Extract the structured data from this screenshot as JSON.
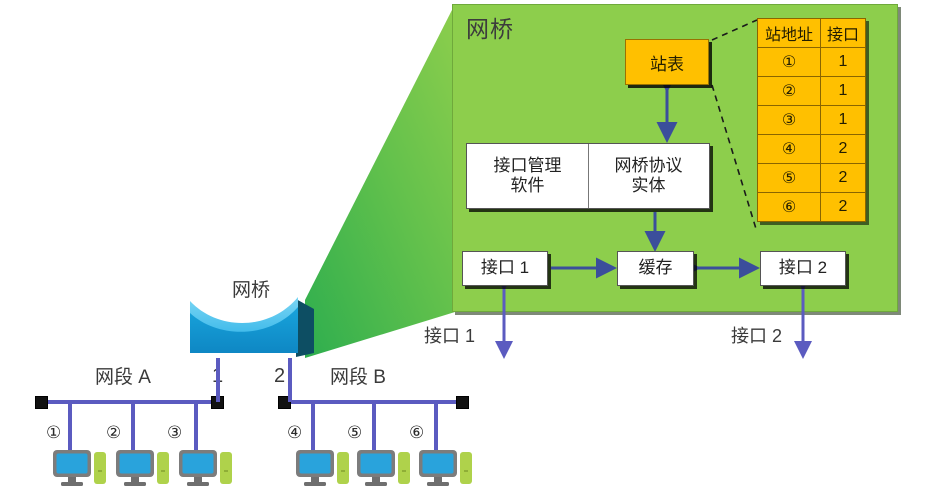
{
  "panel": {
    "title": "网桥",
    "station_table_label": "站表",
    "interface_mgmt_software": "接口管理\n软件",
    "interface_mgmt_software_line1": "接口管理",
    "interface_mgmt_software_line2": "软件",
    "bridge_protocol_entity_line1": "网桥协议",
    "bridge_protocol_entity_line2": "实体",
    "interface1": "接口 1",
    "cache": "缓存",
    "interface2": "接口 2"
  },
  "address_table": {
    "headers": [
      "站地址",
      "接口"
    ],
    "rows": [
      {
        "station": "①",
        "port": "1"
      },
      {
        "station": "②",
        "port": "1"
      },
      {
        "station": "③",
        "port": "1"
      },
      {
        "station": "④",
        "port": "2"
      },
      {
        "station": "⑤",
        "port": "2"
      },
      {
        "station": "⑥",
        "port": "2"
      }
    ]
  },
  "outside_labels": {
    "interface1": "接口 1",
    "interface2": "接口 2",
    "bridge_icon": "网桥",
    "segment_a": "网段 A",
    "segment_b": "网段 B",
    "port1": "1",
    "port2": "2"
  },
  "stations": {
    "segment_a": [
      "①",
      "②",
      "③"
    ],
    "segment_b": [
      "④",
      "⑤",
      "⑥"
    ]
  },
  "colors": {
    "panel_green": "#8DCE4C",
    "table_orange": "#FFC000",
    "bus_purple": "#5B5BC0",
    "arrow_blue": "#3B4E9B",
    "monitor_blue": "#29A3DC",
    "tower_green": "#AFD24B",
    "bridge_blue": "#1193CE",
    "bridge_light": "#5FC8EF",
    "bridge_dark": "#0D4E63"
  }
}
